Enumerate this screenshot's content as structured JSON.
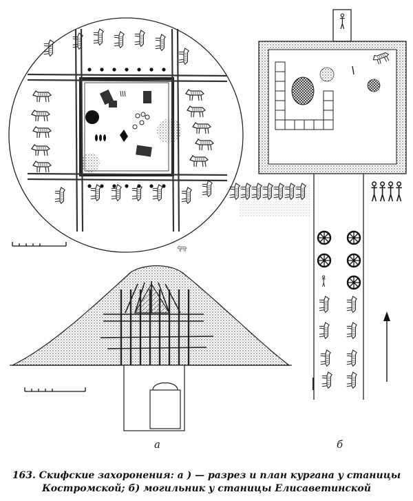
{
  "labels": {
    "a": "а",
    "b": "б"
  },
  "caption": {
    "line1": "163. Скифские захоронения: а ) — разрез и план кургана у станицы",
    "line2": "Костромской; б)  могильник у станицы Елисаветинской"
  },
  "colors": {
    "ink": "#1a1a1a",
    "paper": "#ffffff",
    "hatch": "#555555"
  },
  "icons": {
    "horse_skeleton": "horse-skeleton-icon",
    "human_skeleton": "human-skeleton-icon",
    "wheel": "wheel-icon",
    "north_arrow": "north-arrow-icon"
  }
}
